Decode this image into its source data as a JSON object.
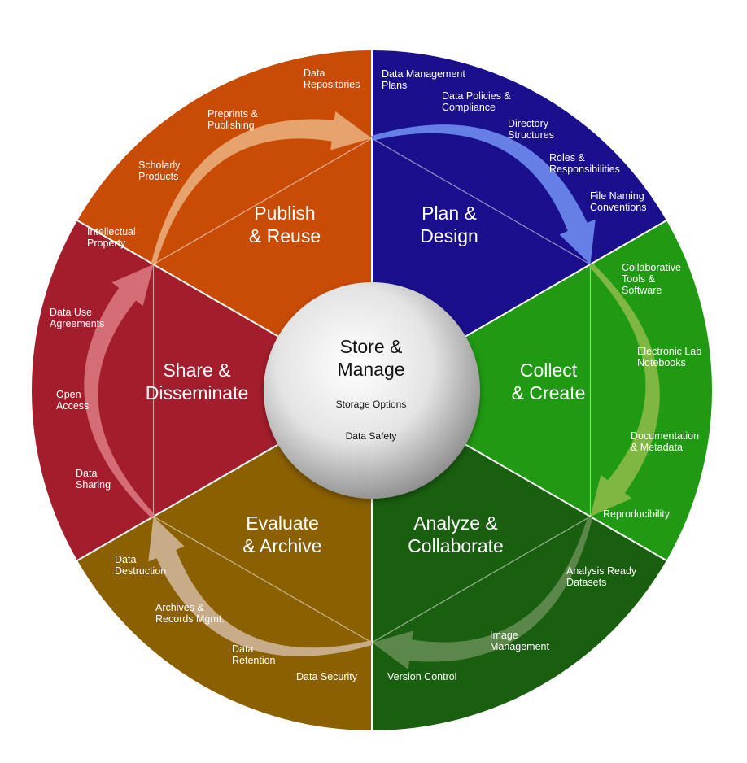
{
  "center": {
    "title": [
      "Store &",
      "Manage"
    ],
    "items": [
      "Storage Options",
      "Data Safety"
    ]
  },
  "stages": [
    {
      "key": "plan",
      "title": [
        "Plan &",
        "Design"
      ],
      "color": "#1a0f8c",
      "items": [
        [
          "Data Management",
          "Plans"
        ],
        [
          "Data Policies &",
          "Compliance"
        ],
        [
          "Directory",
          "Structures"
        ],
        [
          "Roles &",
          "Responsibilities"
        ],
        [
          "File Naming",
          "Conventions"
        ]
      ]
    },
    {
      "key": "collect",
      "title": [
        "Collect",
        "& Create"
      ],
      "color": "#1f9a12",
      "items": [
        [
          "Collaborative",
          "Tools &",
          "Software"
        ],
        [
          "Electronic Lab",
          "Notebooks"
        ],
        [
          "Documentation",
          "& Metadata"
        ],
        [
          "Reproducibility"
        ]
      ]
    },
    {
      "key": "analyze",
      "title": [
        "Analyze &",
        "Collaborate"
      ],
      "color": "#1a5e10",
      "items": [
        [
          "Analysis Ready",
          "Datasets"
        ],
        [
          "Image",
          "Management"
        ],
        [
          "Version Control"
        ]
      ]
    },
    {
      "key": "evaluate",
      "title": [
        "Evaluate",
        "& Archive"
      ],
      "color": "#8a6000",
      "items": [
        [
          "Data Security"
        ],
        [
          "Data",
          "Retention"
        ],
        [
          "Archives &",
          "Records Mgmt."
        ],
        [
          "Data",
          "Destruction"
        ]
      ]
    },
    {
      "key": "share",
      "title": [
        "Share &",
        "Disseminate"
      ],
      "color": "#a41d2c",
      "items": [
        [
          "Data",
          "Sharing"
        ],
        [
          "Open",
          "Access"
        ],
        [
          "Data Use",
          "Agreements"
        ],
        [
          "Intellectual",
          "Property"
        ]
      ]
    },
    {
      "key": "publish",
      "title": [
        "Publish",
        "& Reuse"
      ],
      "color": "#c94c06",
      "items": [
        [
          "Scholarly",
          "Products"
        ],
        [
          "Preprints &",
          "Publishing"
        ],
        [
          "Data",
          "Repositories"
        ]
      ]
    }
  ],
  "arrow_colors": [
    "#6a86ec",
    "#86b846",
    "#5f8a4e",
    "#cbb08f",
    "#d8727a",
    "#e9a873"
  ]
}
